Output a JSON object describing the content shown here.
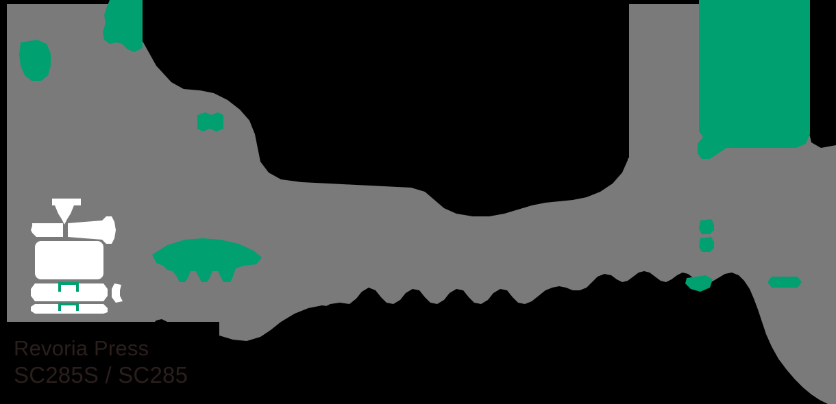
{
  "banner": {
    "product_line": "Revoria Press",
    "model": "SC285S / SC285",
    "icon_name": "press-printer-icon"
  },
  "colors": {
    "background": "#000000",
    "mid_gray": "#7a7a7a",
    "accent_green": "#00a070",
    "icon_white": "#ffffff",
    "wordmark_text": "#2b1f1c"
  },
  "shapes": {
    "gray_mask_label": "gray-posterized-region",
    "black_mask_label": "black-posterized-region",
    "green_shapes_label": "green-accent-shape"
  }
}
